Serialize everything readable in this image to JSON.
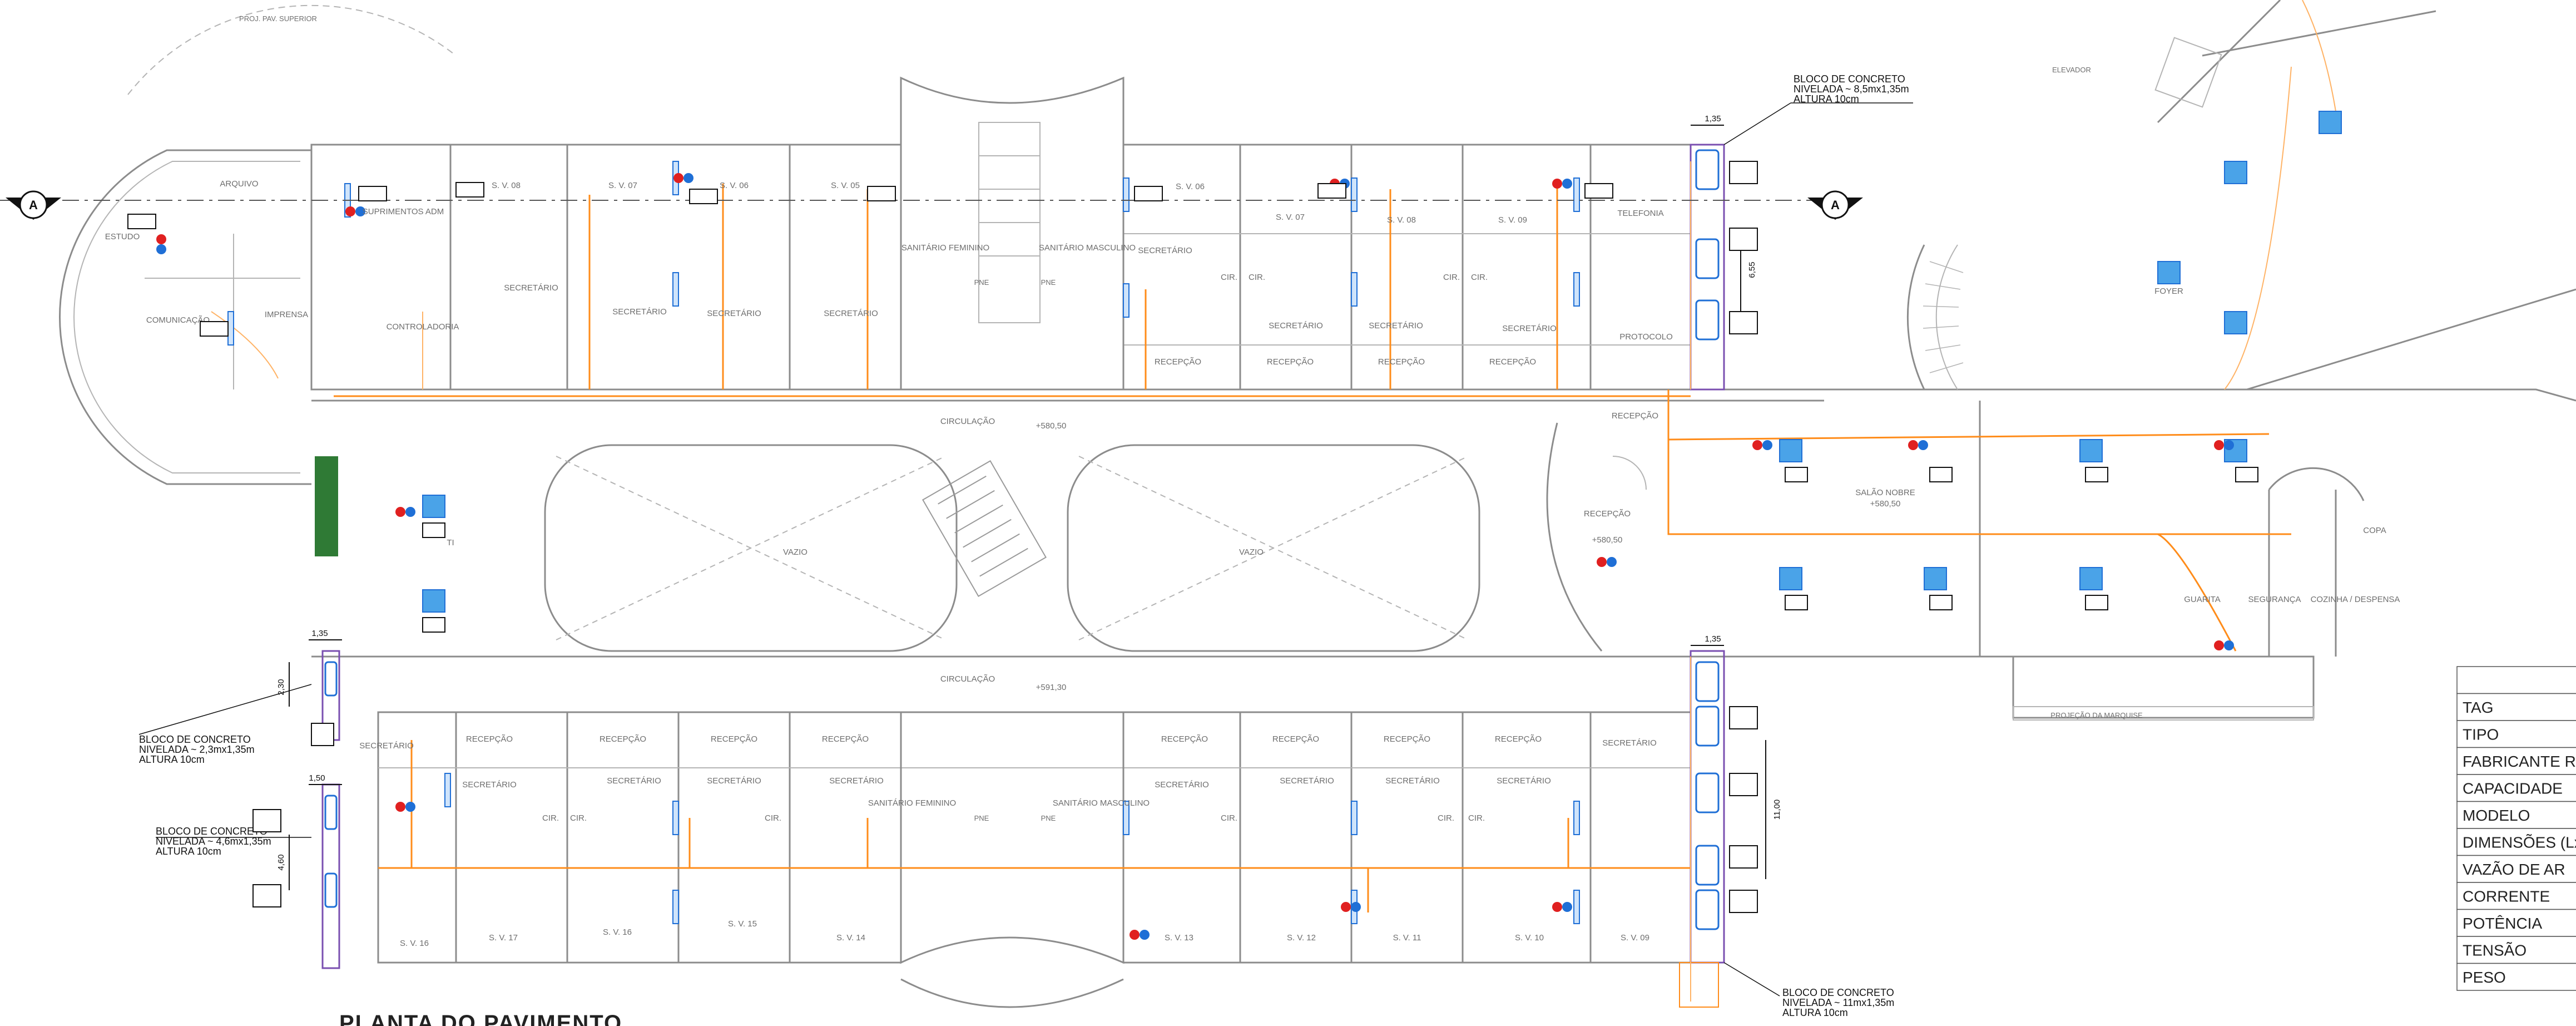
{
  "drawing": {
    "title": "PLANTA DO PAVIMENTO",
    "section_marker": "A"
  },
  "rooms": {
    "arquivo": "ARQUIVO",
    "estudo": "ESTUDO",
    "comunicacao": "COMUNICAÇÃO",
    "imprensa": "IMPRENSA",
    "suprimentos": "SUPRIMENTOS ADM",
    "controladoria": "CONTROLADORIA",
    "sv08_top": "S. V. 08",
    "sv07_top": "S. V. 07",
    "sv06_top": "S. V. 06",
    "sv05_top": "S. V. 05",
    "secretario": "SECRETÁRIO",
    "sanitario_fem": "SANITÁRIO FEMININO",
    "sanitario_masc": "SANITÁRIO MASCULINO",
    "sv06_r": "S. V. 06",
    "sv07_r": "S. V. 07",
    "sv08_r": "S. V. 08",
    "sv09_r": "S. V. 09",
    "telefonia": "TELEFONIA",
    "protocolo": "PROTOCOLO",
    "recepcao": "RECEPÇÃO",
    "cir": "CIR.",
    "circulacao": "CIRCULAÇÃO",
    "vazio": "VAZIO",
    "ti": "TI",
    "salao_nobre": "SALÃO NOBRE",
    "copa": "COPA",
    "guarita": "GUARITA",
    "seguranca": "SEGURANÇA",
    "cozinha": "COZINHA / DESPENSA",
    "foyer": "FOYER",
    "sv16": "S. V. 16",
    "sv17": "S. V. 17",
    "sv16b": "S. V. 16",
    "sv15": "S. V. 15",
    "sv14": "S. V. 14",
    "sv13": "S. V. 13",
    "sv12": "S. V. 12",
    "sv11": "S. V. 11",
    "sv10": "S. V. 10",
    "sv09b": "S. V. 09",
    "pne": "PNE",
    "elevador": "ELEVADOR",
    "projecao": "PROJEÇÃO DA MARQUISE",
    "proj_sup": "PROJ. PAV. SUPERIOR"
  },
  "levels": {
    "top": "+580,50",
    "bottom": "+591,30",
    "recepcao": "+580,50",
    "salao": "+580,50"
  },
  "notes": {
    "block_top_right": [
      "BLOCO DE CONCRETO",
      "NIVELADA ~ 8,5mx1,35m",
      "ALTURA 10cm"
    ],
    "block_left_upper": [
      "BLOCO DE CONCRETO",
      "NIVELADA ~ 2,3mx1,35m",
      "ALTURA 10cm"
    ],
    "block_left_lower": [
      "BLOCO DE CONCRETO",
      "NIVELADA ~ 4,6mx1,35m",
      "ALTURA 10cm"
    ],
    "block_bottom_right": [
      "BLOCO DE CONCRETO",
      "NIVELADA ~ 11mx1,35m",
      "ALTURA 10cm"
    ]
  },
  "dimensions": {
    "d135_top": "1,35",
    "d655": "6,55",
    "d135_left": "1,35",
    "d230": "2,30",
    "d150": "1,50",
    "d460": "4,60",
    "d135_bottom": "1,35",
    "d1100": "11,00"
  },
  "legend": {
    "rows": [
      "TAG",
      "TIPO",
      "FABRICANTE REF",
      "CAPACIDADE",
      "MODELO",
      "DIMENSÕES (LxA",
      "VAZÃO DE AR",
      "CORRENTE",
      "POTÊNCIA",
      "TENSÃO",
      "PESO"
    ]
  },
  "colors": {
    "pipe": "#ff8c1a",
    "equipment": "#1f6fd6",
    "refrigerant": "#e02020",
    "condenser_blue": "#4aa3e8",
    "wall": "#8c8c8c",
    "landscape": "#2f7a35"
  }
}
